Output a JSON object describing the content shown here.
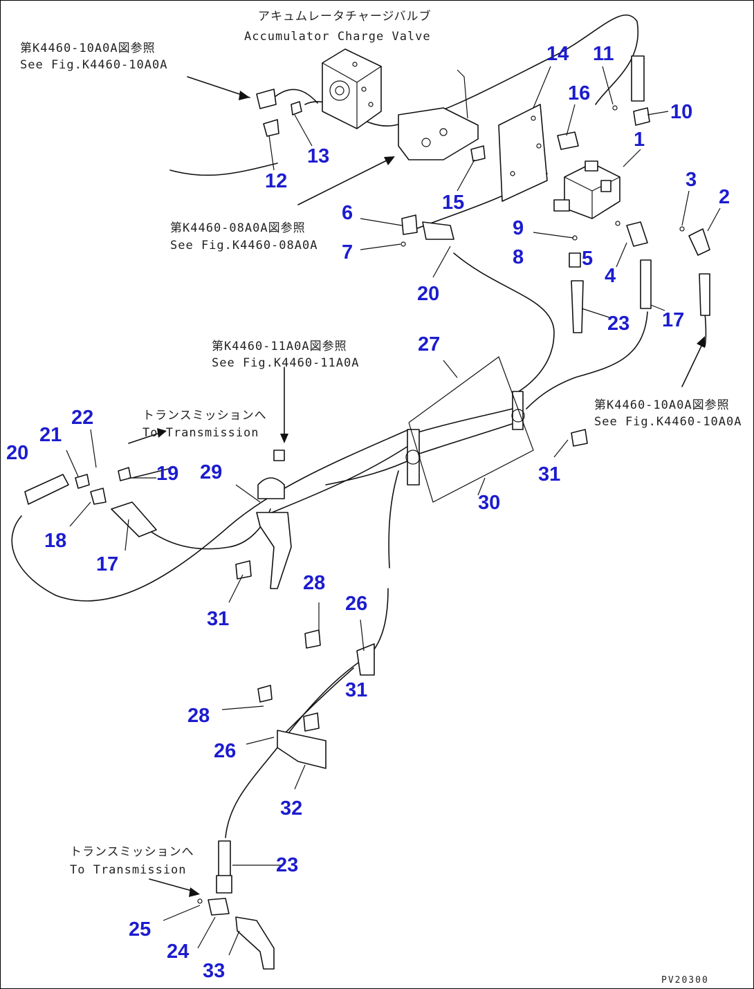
{
  "diagram": {
    "part_labels": [
      "1",
      "2",
      "3",
      "4",
      "5",
      "6",
      "7",
      "8",
      "9",
      "10",
      "11",
      "12",
      "13",
      "14",
      "15",
      "16",
      "17",
      "17",
      "20",
      "23",
      "23",
      "27",
      "30",
      "31",
      "31",
      "31",
      "22",
      "21",
      "20",
      "19",
      "29",
      "18",
      "28",
      "26",
      "28",
      "26",
      "32",
      "25",
      "24",
      "33"
    ],
    "annotations": {
      "accumulator_jp": "アキュムレータチャージバルブ",
      "accumulator_en": "Accumulator Charge Valve",
      "ref_top_left_jp": "第K4460-10A0A図参照",
      "ref_top_left_en": "See Fig.K4460-10A0A",
      "ref_mid_jp": "第K4460-08A0A図参照",
      "ref_mid_en": "See Fig.K4460-08A0A",
      "ref_center_jp": "第K4460-11A0A図参照",
      "ref_center_en": "See Fig.K4460-11A0A",
      "ref_right_jp": "第K4460-10A0A図参照",
      "ref_right_en": "See Fig.K4460-10A0A",
      "trans_top_jp": "トランスミッションへ",
      "trans_top_en": "To Transmission",
      "trans_bottom_jp": "トランスミッションへ",
      "trans_bottom_en": "To Transmission"
    },
    "figure_code": "PV20300"
  }
}
